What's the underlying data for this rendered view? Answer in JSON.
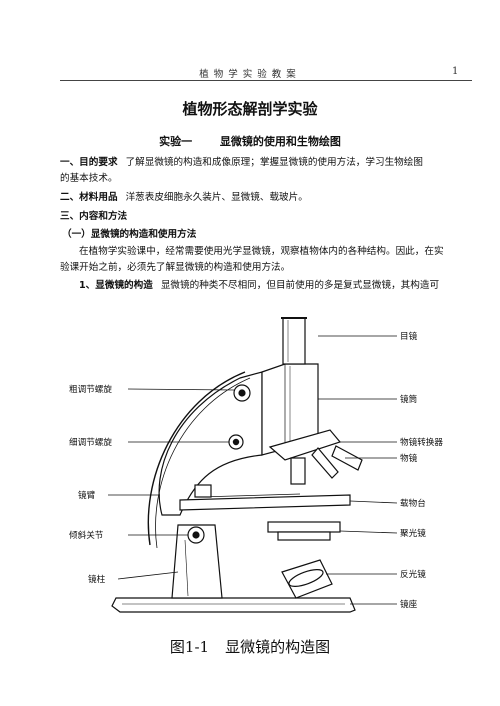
{
  "header": {
    "title": "植物学实验教案",
    "page_number": "1"
  },
  "document": {
    "title": "植物形态解剖学实验",
    "experiment": {
      "number": "实验一",
      "name": "显微镜的使用和生物绘图"
    },
    "sections": {
      "purpose": {
        "heading": "一、目的要求",
        "text_line1": "了解显微镜的构造和成像原理；掌握显微镜的使用方法，学习生物绘图",
        "text_line2": "的基本技术。"
      },
      "materials": {
        "heading": "二、材料用品",
        "text": "洋葱表皮细胞永久装片、显微镜、载玻片。"
      },
      "content": {
        "heading": "三、内容和方法"
      },
      "subsection1": {
        "heading": "（一）显微镜的构造和使用方法"
      },
      "intro": {
        "line1": "在植物学实验课中，经常需要使用光学显微镜，观察植物体内的各种结构。因此，在实",
        "line2": "验课开始之前，必须先了解显微镜的构造和使用方法。"
      },
      "item1": {
        "heading": "1、显微镜的构造",
        "text": "显微镜的种类不尽相同，但目前使用的多是复式显微镜，其构造可"
      }
    }
  },
  "figure": {
    "labels_left": {
      "coarse": "粗调节螺旋",
      "fine": "细调节螺旋",
      "arm": "镜臂",
      "incline": "倾斜关节",
      "pillar": "镜柱"
    },
    "labels_right": {
      "eyepiece": "目镜",
      "tube": "镜筒",
      "nosepiece": "物镜转换器",
      "objective": "物镜",
      "stage": "载物台",
      "condenser": "聚光镜",
      "mirror": "反光镜",
      "base": "镜座"
    },
    "caption_number": "图1-1",
    "caption_text": "显微镜的构造图"
  }
}
